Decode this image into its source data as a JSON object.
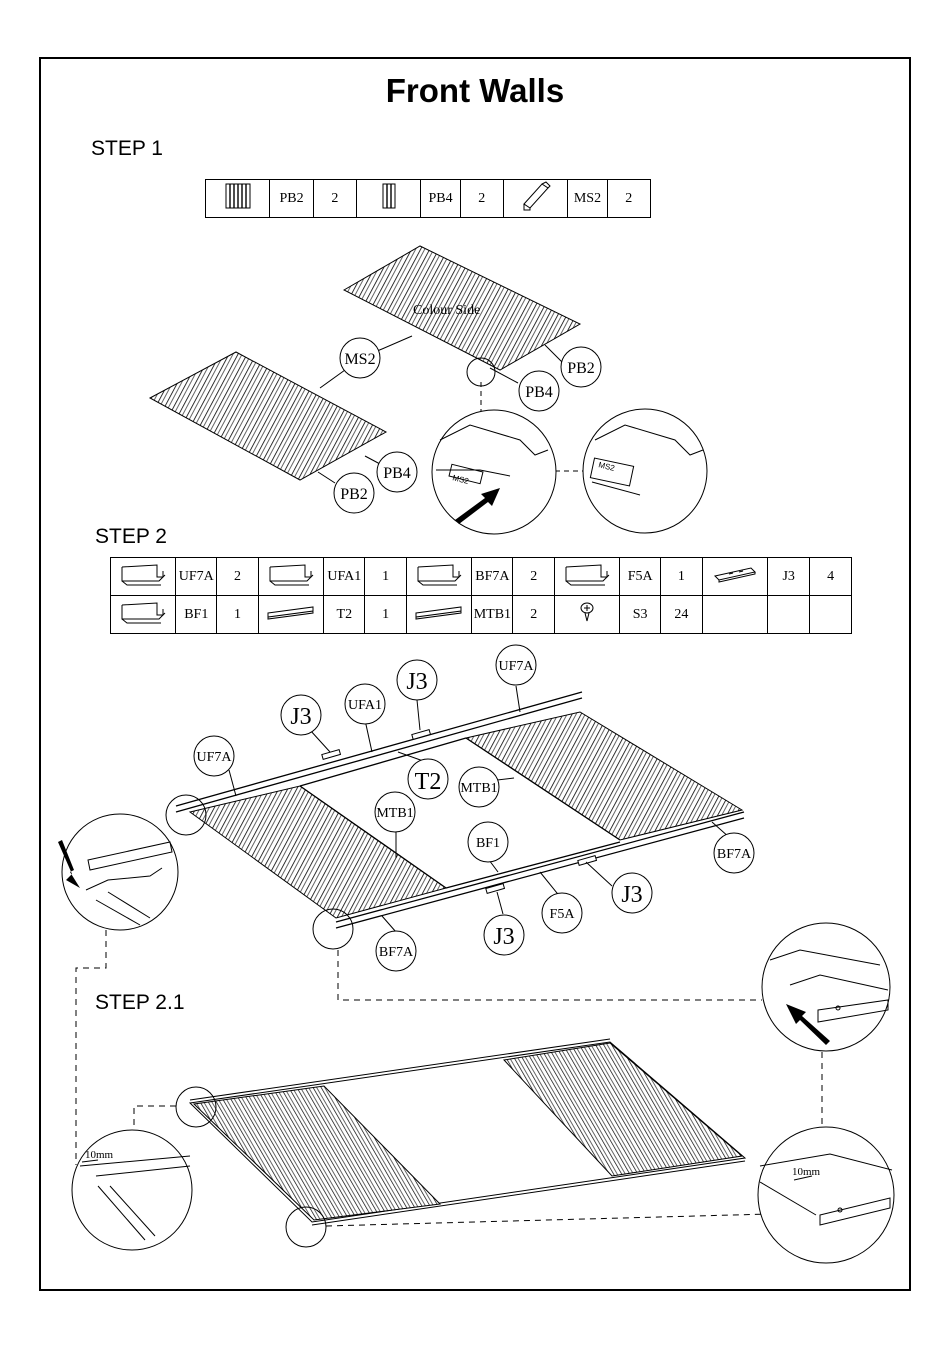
{
  "title": "Front Walls",
  "steps": {
    "s1": "STEP 1",
    "s2": "STEP 2",
    "s21": "STEP 2.1"
  },
  "step1_parts": [
    {
      "icon": "wide-panel-icon",
      "code": "PB2",
      "qty": "2"
    },
    {
      "icon": "narrow-panel-icon",
      "code": "PB4",
      "qty": "2"
    },
    {
      "icon": "square-tube-icon",
      "code": "MS2",
      "qty": "2"
    }
  ],
  "step2_parts_row1": [
    {
      "icon": "channel-icon",
      "code": "UF7A",
      "qty": "2"
    },
    {
      "icon": "channel-icon",
      "code": "UFA1",
      "qty": "1"
    },
    {
      "icon": "channel-icon",
      "code": "BF7A",
      "qty": "2"
    },
    {
      "icon": "channel-icon",
      "code": "F5A",
      "qty": "1"
    },
    {
      "icon": "joiner-icon",
      "code": "J3",
      "qty": "4"
    }
  ],
  "step2_parts_row2": [
    {
      "icon": "channel-icon",
      "code": "BF1",
      "qty": "1"
    },
    {
      "icon": "bar-icon",
      "code": "T2",
      "qty": "1"
    },
    {
      "icon": "bar-icon",
      "code": "MTB1",
      "qty": "2"
    },
    {
      "icon": "screw-icon",
      "code": "S3",
      "qty": "24"
    }
  ],
  "labels": {
    "colour_side": "Colour Side",
    "ms2": "MS2",
    "pb2_top": "PB2",
    "pb4_top": "PB4",
    "pb4_left": "PB4",
    "pb2_left": "PB2",
    "detail_ms2_a": "MS2",
    "detail_ms2_b": "MS2",
    "j3_a": "J3",
    "j3_b": "J3",
    "j3_c": "J3",
    "j3_d": "J3",
    "ufa1": "UFA1",
    "uf7a_top": "UF7A",
    "uf7a_left": "UF7A",
    "t2": "T2",
    "mtb1_a": "MTB1",
    "mtb1_b": "MTB1",
    "bf1": "BF1",
    "f5a": "F5A",
    "bf7a_right": "BF7A",
    "bf7a_bottom": "BF7A",
    "dim_left": "10mm",
    "dim_right": "10mm"
  }
}
